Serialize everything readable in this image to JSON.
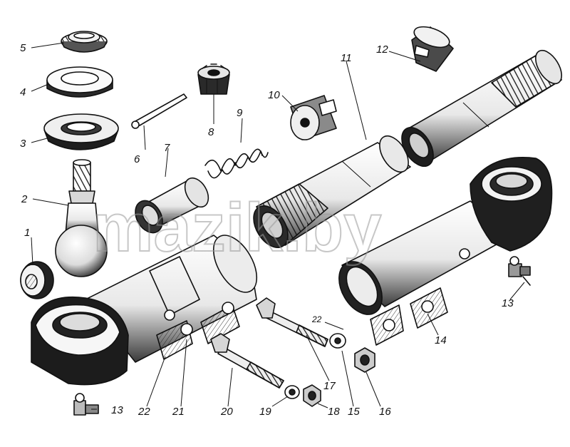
{
  "watermark": "mazik.by",
  "parts": [
    {
      "id": "p1",
      "label": "1",
      "icon": "thrust-insert-icon"
    },
    {
      "id": "p2",
      "label": "2",
      "icon": "ball-pin-icon"
    },
    {
      "id": "p3",
      "label": "3",
      "icon": "dust-cover-icon"
    },
    {
      "id": "p4",
      "label": "4",
      "icon": "washer-icon"
    },
    {
      "id": "p5",
      "label": "5",
      "icon": "threaded-ring-icon"
    },
    {
      "id": "p6",
      "label": "6",
      "icon": "cotter-pin-icon"
    },
    {
      "id": "p7",
      "label": "7",
      "icon": "bushing-icon"
    },
    {
      "id": "p8",
      "label": "8",
      "icon": "castle-nut-icon"
    },
    {
      "id": "p9",
      "label": "9",
      "icon": "spring-icon"
    },
    {
      "id": "p10",
      "label": "10",
      "icon": "slotted-insert-icon"
    },
    {
      "id": "p11",
      "label": "11",
      "icon": "threaded-tube-icon"
    },
    {
      "id": "p12",
      "label": "12",
      "icon": "slotted-insert-icon"
    },
    {
      "id": "p13a",
      "label": "13",
      "icon": "grease-fitting-icon"
    },
    {
      "id": "p13b",
      "label": "13",
      "icon": "grease-fitting-icon"
    },
    {
      "id": "p14",
      "label": "14",
      "icon": "tie-rod-end-icon"
    },
    {
      "id": "p15",
      "label": "15",
      "icon": "spring-washer-icon"
    },
    {
      "id": "p16",
      "label": "16",
      "icon": "hex-nut-icon"
    },
    {
      "id": "p17",
      "label": "17",
      "icon": "bolt-icon"
    },
    {
      "id": "p18",
      "label": "18",
      "icon": "hex-nut-icon"
    },
    {
      "id": "p19",
      "label": "19",
      "icon": "spring-washer-icon"
    },
    {
      "id": "p20",
      "label": "20",
      "icon": "bolt-icon"
    },
    {
      "id": "p21",
      "label": "21",
      "icon": "clamp-lug-icon"
    },
    {
      "id": "p22a",
      "label": "22",
      "icon": "clamp-lug-icon"
    },
    {
      "id": "p22b",
      "label": "22",
      "icon": "clamp-lug-icon"
    }
  ]
}
